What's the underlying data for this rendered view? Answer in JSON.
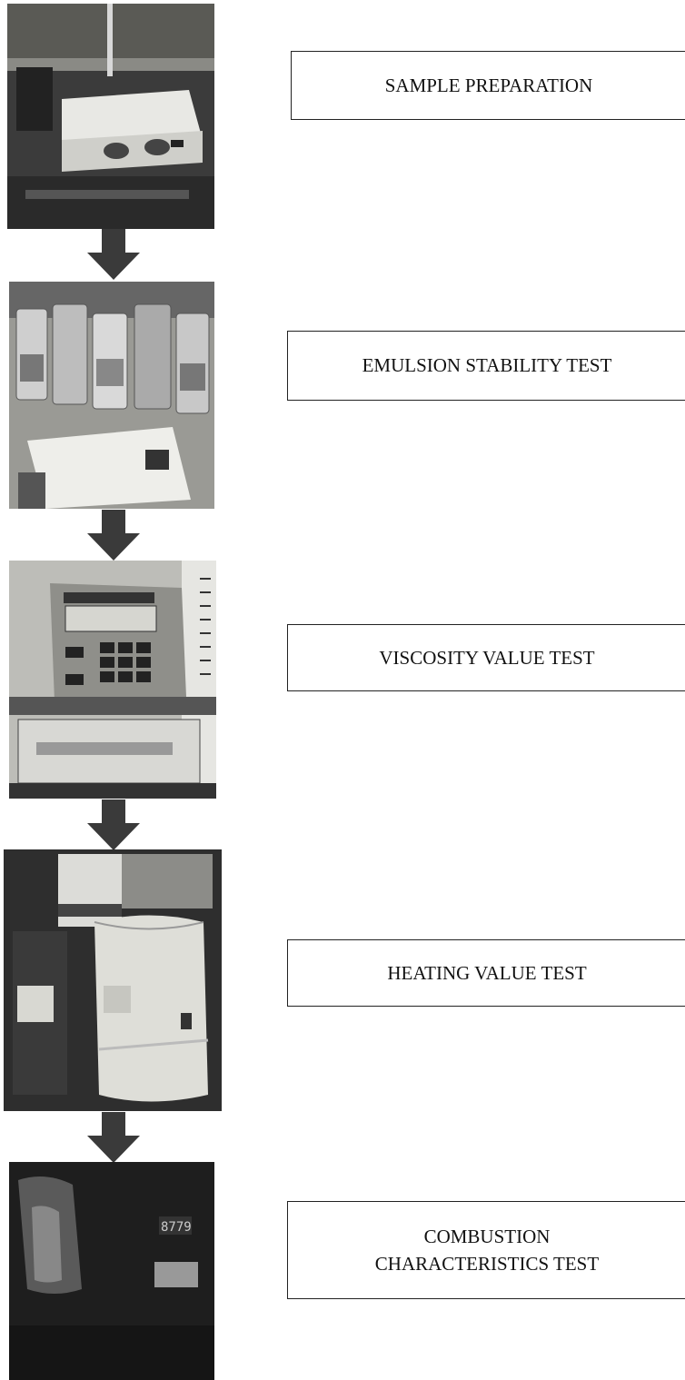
{
  "steps": [
    {
      "label": "SAMPLE PREPARATION",
      "photo": "hotplate-stirrer-photo"
    },
    {
      "label": "EMULSION STABILITY TEST",
      "photo": "sample-bottles-photo"
    },
    {
      "label": "VISCOSITY VALUE TEST",
      "photo": "viscometer-photo"
    },
    {
      "label": "HEATING VALUE TEST",
      "photo": "bomb-calorimeter-photo"
    },
    {
      "label_line1": "COMBUSTION",
      "label_line2": "CHARACTERISTICS TEST",
      "photo": "combustion-apparatus-photo"
    }
  ],
  "colors": {
    "arrow": "#3a3a3a",
    "box_border": "#222222",
    "text": "#111111"
  }
}
